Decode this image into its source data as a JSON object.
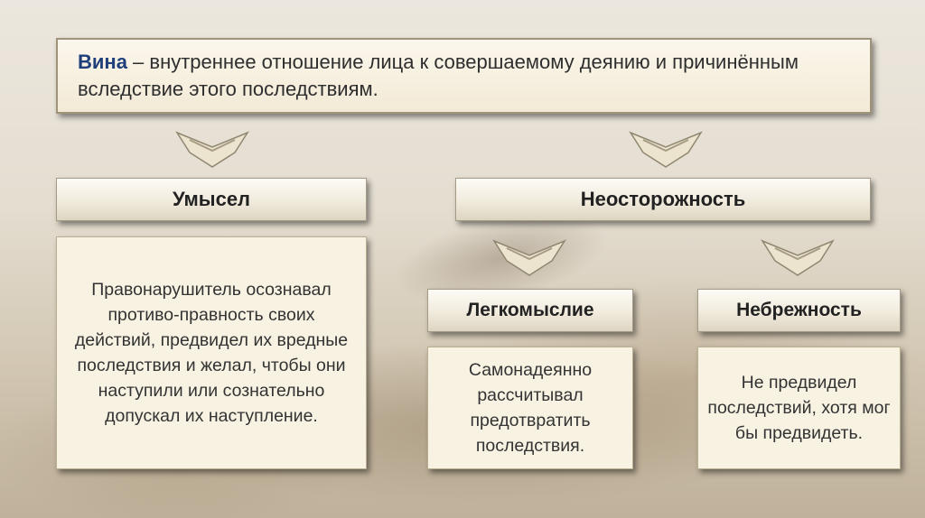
{
  "definition": {
    "term": "Вина",
    "text": " – внутреннее отношение лица к совершаемому деянию и причинённым вследствие этого последствиям."
  },
  "intent": {
    "title": "Умысел",
    "description": "Правонарушитель осознавал противо-правность своих действий, предвидел их вредные последствия и желал, чтобы они наступили или сознательно допускал их наступление."
  },
  "negligence": {
    "title": "Неосторожность",
    "frivolity": {
      "title": "Легкомыслие",
      "description": "Самонадеянно рассчитывал предотвратить последствия."
    },
    "carelessness": {
      "title": "Небрежность",
      "description": "Не предвидел последствий, хотя мог бы предвидеть."
    }
  },
  "colors": {
    "term": "#1f3f7a",
    "box_fill": "#f7f1e1",
    "arrow_fill": "#ece4cf"
  },
  "icons": {
    "connector": "double-chevron-down-icon"
  }
}
